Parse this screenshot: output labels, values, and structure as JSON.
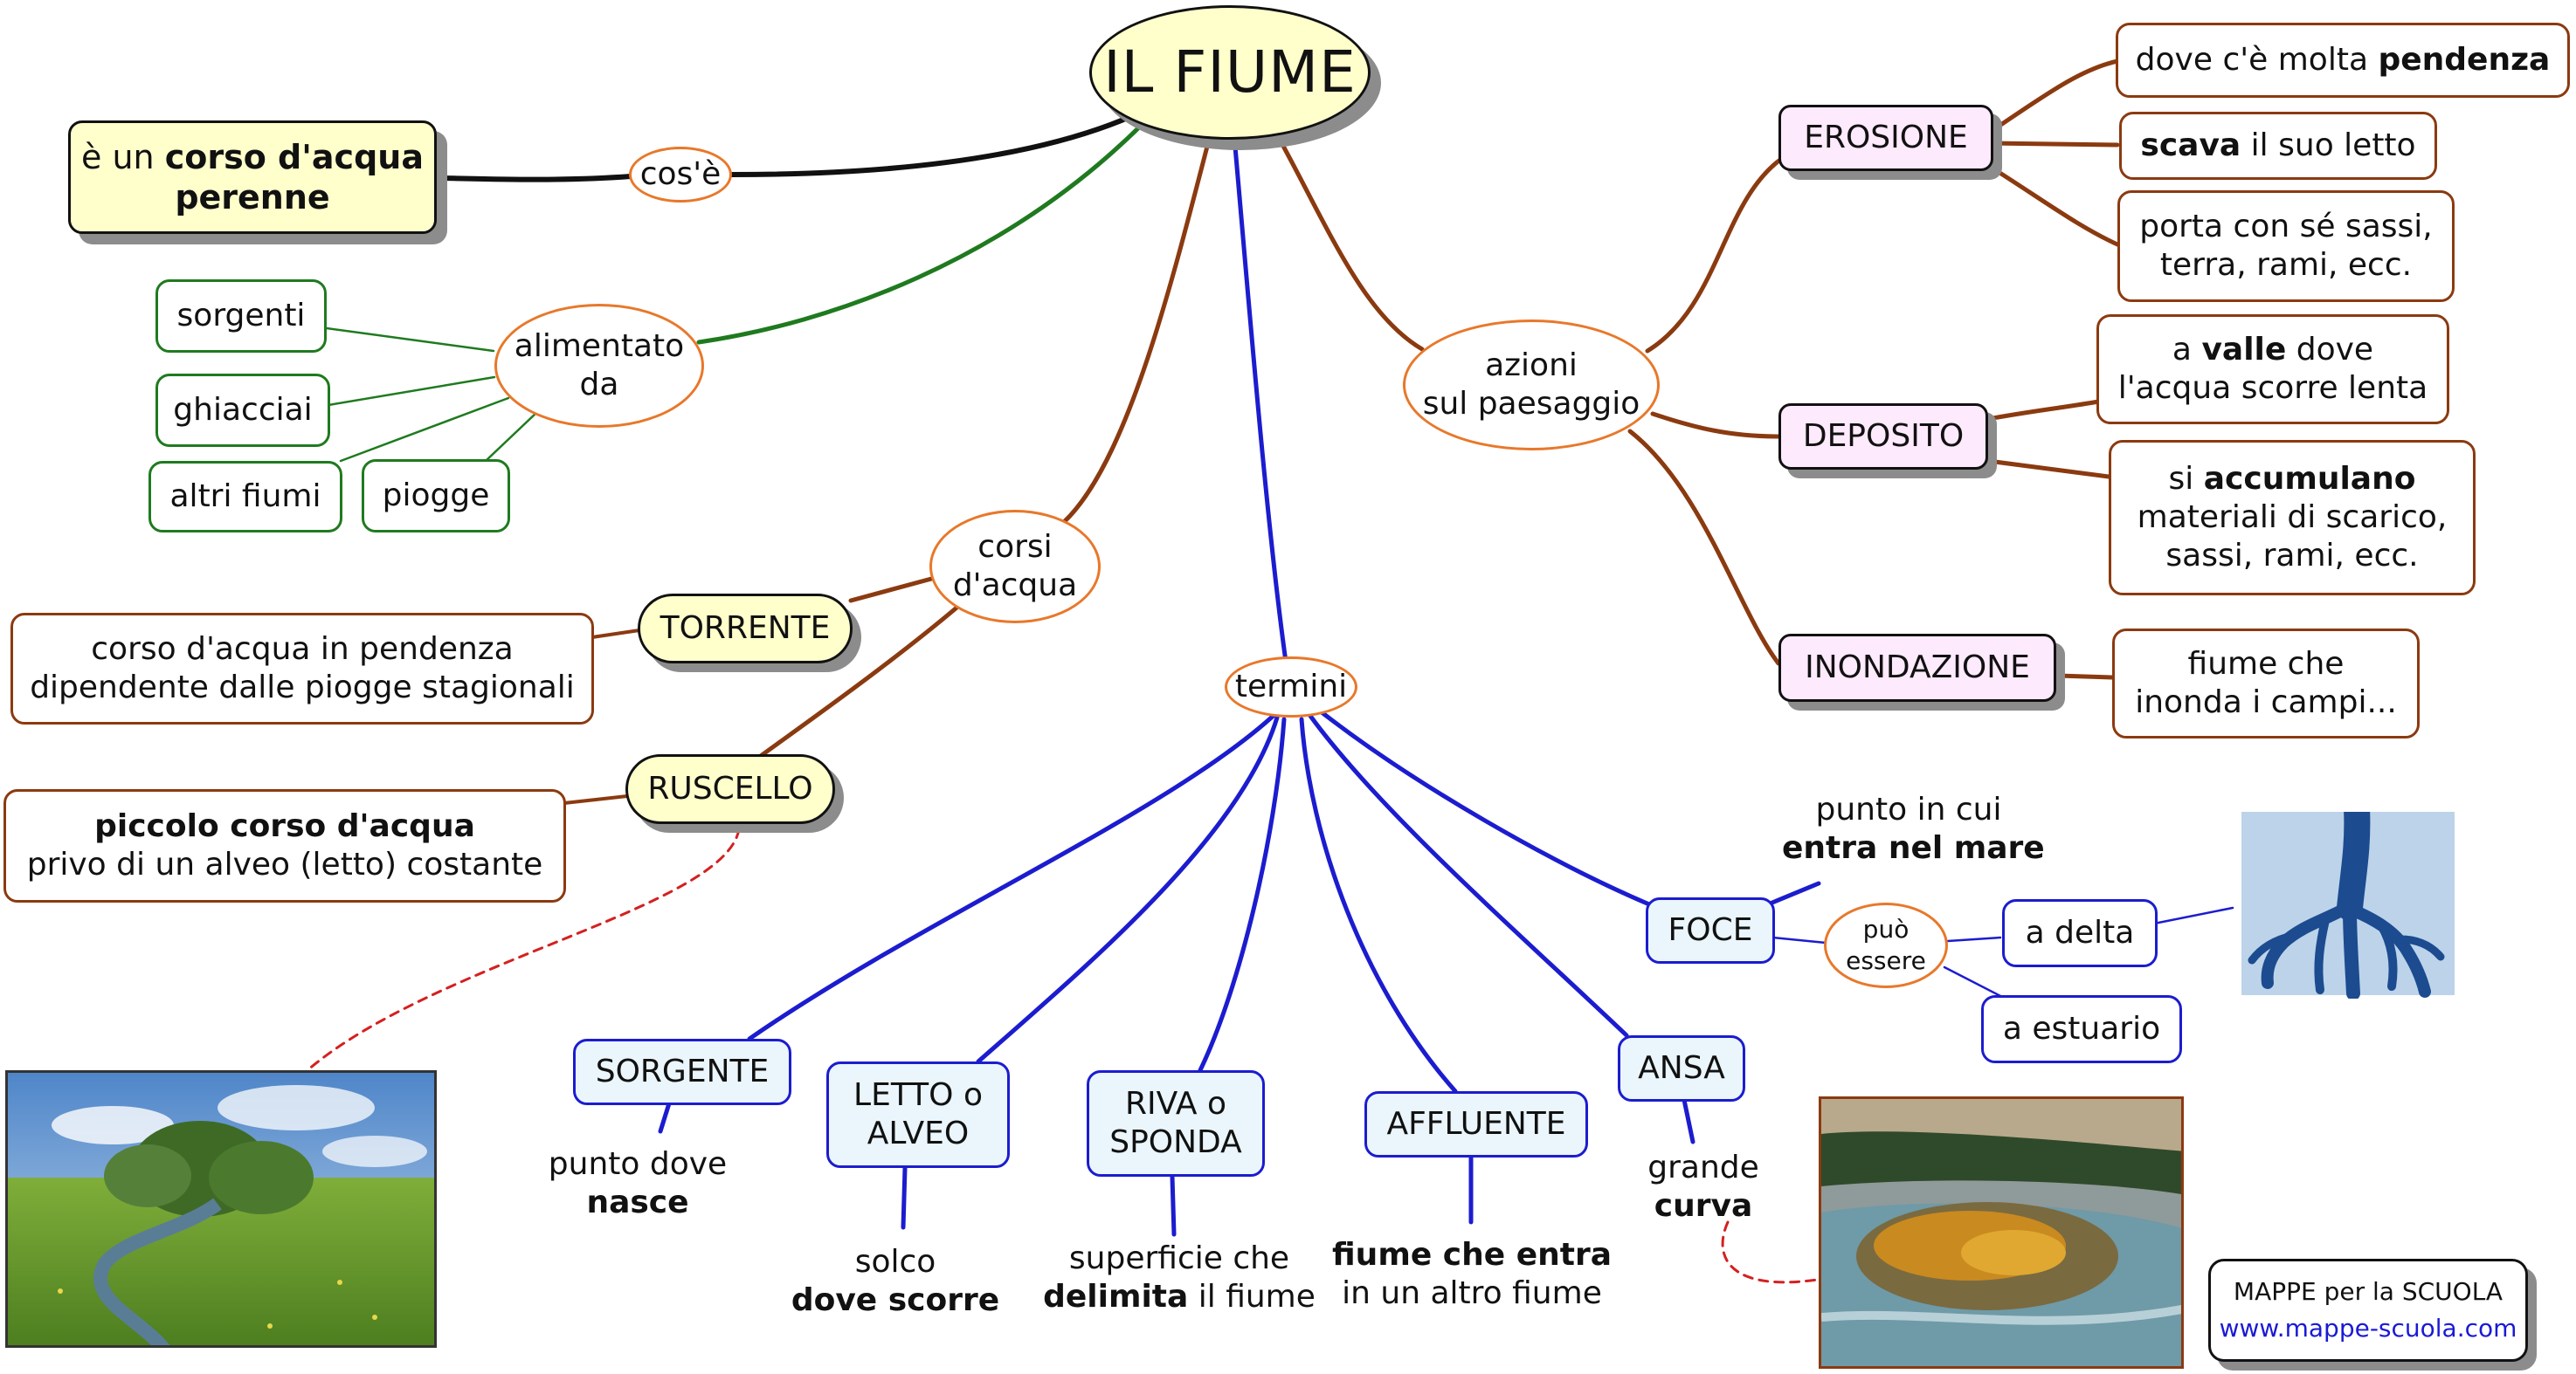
{
  "title": "IL FIUME",
  "cose": {
    "label": "cos'è",
    "def_pre": "è un ",
    "def_bold1": "corso d'acqua",
    "def_bold2": "perenne"
  },
  "alimentato": {
    "label_line1": "alimentato",
    "label_line2": "da",
    "items": [
      "sorgenti",
      "ghiacciai",
      "altri fiumi",
      "piogge"
    ]
  },
  "corsi": {
    "label_line1": "corsi",
    "label_line2": "d'acqua",
    "torrente": "TORRENTE",
    "torrente_def_line1": "corso d'acqua in pendenza",
    "torrente_def_line2": "dipendente dalle piogge stagionali",
    "ruscello": "RUSCELLO",
    "ruscello_def_bold": "piccolo corso d'acqua",
    "ruscello_def_line2": "privo di un alveo (letto) costante"
  },
  "azioni": {
    "label_line1": "azioni",
    "label_line2": "sul paesaggio",
    "erosione": "EROSIONE",
    "erosione_items": {
      "a_pre": "dove c'è molta ",
      "a_bold": "pendenza",
      "b_bold": "scava",
      "b_post": " il suo letto",
      "c_line1": "porta con sé sassi,",
      "c_line2": "terra, rami, ecc."
    },
    "deposito": "DEPOSITO",
    "deposito_items": {
      "a_pre": "a ",
      "a_bold": "valle",
      "a_post": " dove",
      "a_line2": "l'acqua scorre lenta",
      "b_pre": "si ",
      "b_bold": "accumulano",
      "b_line2": "materiali di scarico,",
      "b_line3": "sassi, rami, ecc."
    },
    "inondazione": "INONDAZIONE",
    "inondazione_line1": "fiume che",
    "inondazione_line2": "inonda i campi..."
  },
  "termini": {
    "label": "termini",
    "sorgente": "SORGENTE",
    "sorgente_line1": "punto dove",
    "sorgente_bold": "nasce",
    "letto_line1": "LETTO o",
    "letto_line2": "ALVEO",
    "letto_desc_line1": "solco",
    "letto_desc_bold": "dove scorre",
    "riva_line1": "RIVA o",
    "riva_line2": "SPONDA",
    "riva_desc_line1": "superficie che",
    "riva_desc_bold": "delimita",
    "riva_desc_post": " il fiume",
    "affluente": "AFFLUENTE",
    "affluente_bold": "fiume che entra",
    "affluente_line2": "in un altro fiume",
    "ansa": "ANSA",
    "ansa_line1": "grande",
    "ansa_bold": "curva",
    "foce": "FOCE",
    "foce_line1": "punto in cui",
    "foce_bold": "entra nel mare",
    "puo_line1": "può",
    "puo_line2": "essere",
    "delta": "a delta",
    "estuario": "a estuario"
  },
  "credit": {
    "line1": "MAPPE per la SCUOLA",
    "url": "www.mappe-scuola.com"
  },
  "colors": {
    "black_link": "#111111",
    "green_link": "#1f7a1f",
    "brown_link": "#8b3a10",
    "blue_link": "#1c1ccf",
    "red_dashed": "#d42020",
    "title_fill": "#ffffcc",
    "ellipse_border": "#e8782a"
  }
}
